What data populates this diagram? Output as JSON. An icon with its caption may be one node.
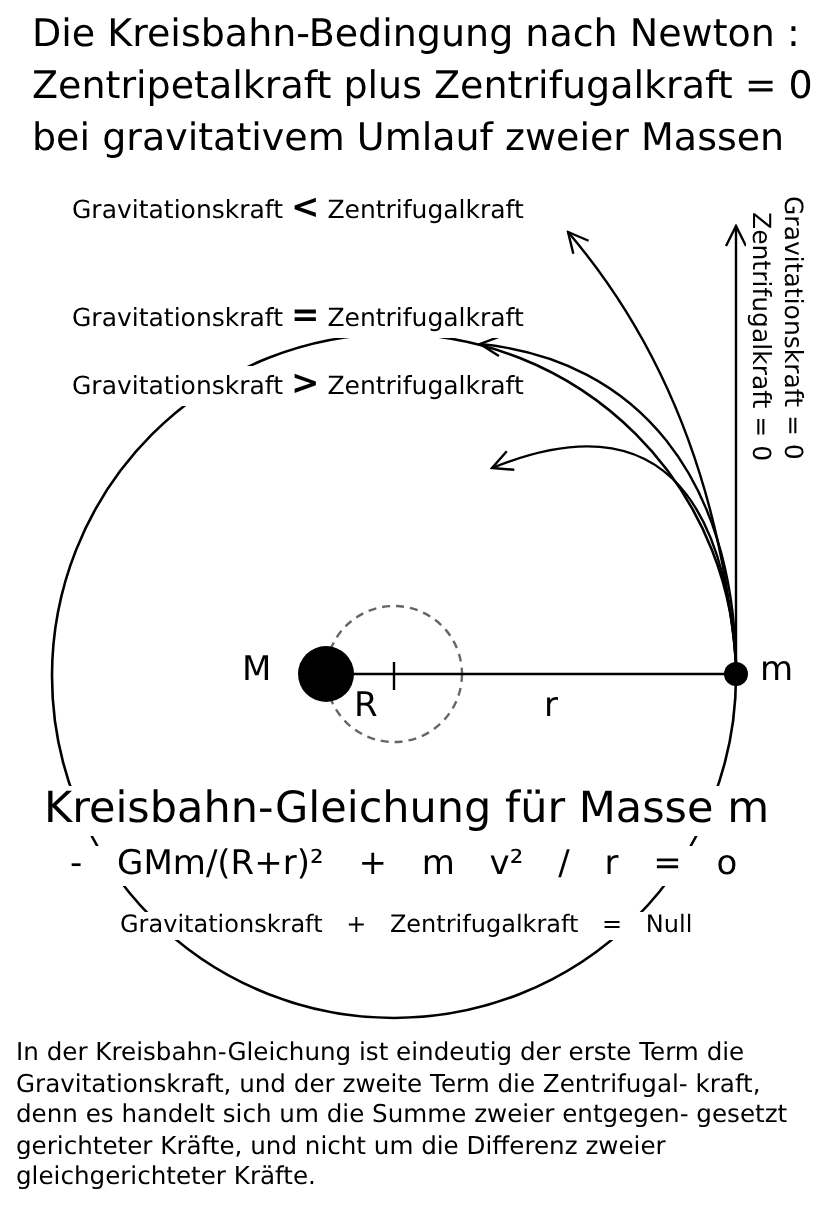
{
  "diagram": {
    "title": "Die Kreisbahn-Bedingung nach Newton : Zentripetalkraft plus Zentrifugalkraft = 0 bei gravitativem Umlauf zweier Massen",
    "labels": [
      "Gravitationskraft **<** Zentrifugalkraft",
      "Gravitationskraft **=** Zentrifugalkraft",
      "Gravitationskraft **>** Zentrifugalkraft",
      "Gravitationskraft = 0",
      "Zentrifugalkraft = 0",
      "M",
      "R",
      "r",
      "m",
      "Kreisbahn-Gleichung für Masse m",
      "- GMm/(R+r)² + m v² / r = o",
      "Gravitationskraft + Zentrifugalkraft = Null"
    ],
    "caption": "In der Kreisbahn-Gleichung ist eindeutig der erste Term die Gravitationskraft, und der zweite Term die Zentrifugal- kraft, denn es handelt sich um die Summe zweier entgegen- gesetzt gerichteter Kräfte, und nicht um die Differenz zweier gleichgerichteter Kräfte."
  }
}
